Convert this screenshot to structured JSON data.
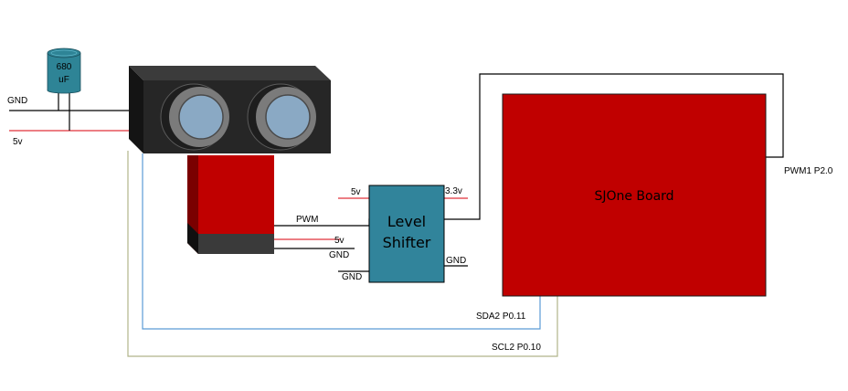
{
  "capacitor": {
    "value_line1": "680",
    "value_line2": "uF",
    "color": "#2e8496"
  },
  "left_rails": {
    "gnd_label": "GND",
    "five_v_label": "5v"
  },
  "sensor": {
    "body_color": "#262626",
    "lens_color": "#8aa9c4",
    "module_color": "#c00000"
  },
  "sensor_pins": {
    "pwm_label": "PWM",
    "five_v_label": "5v",
    "gnd_label": "GND"
  },
  "level_shifter": {
    "line1": "Level",
    "line2": "Shifter",
    "color": "#31849b",
    "in_5v_label": "5v",
    "in_gnd_label": "GND",
    "out_3v3_label": "3.3v",
    "out_gnd_label": "GND"
  },
  "board": {
    "title": "SJOne Board",
    "color": "#c00000",
    "pwm_pin_label": "PWM1 P2.0",
    "sda_label": "SDA2 P0.11",
    "scl_label": "SCL2 P0.10"
  },
  "wire_colors": {
    "power": "#e0303a",
    "ground": "#000000",
    "sda": "#5b9bd5",
    "scl": "#b0b58a"
  }
}
